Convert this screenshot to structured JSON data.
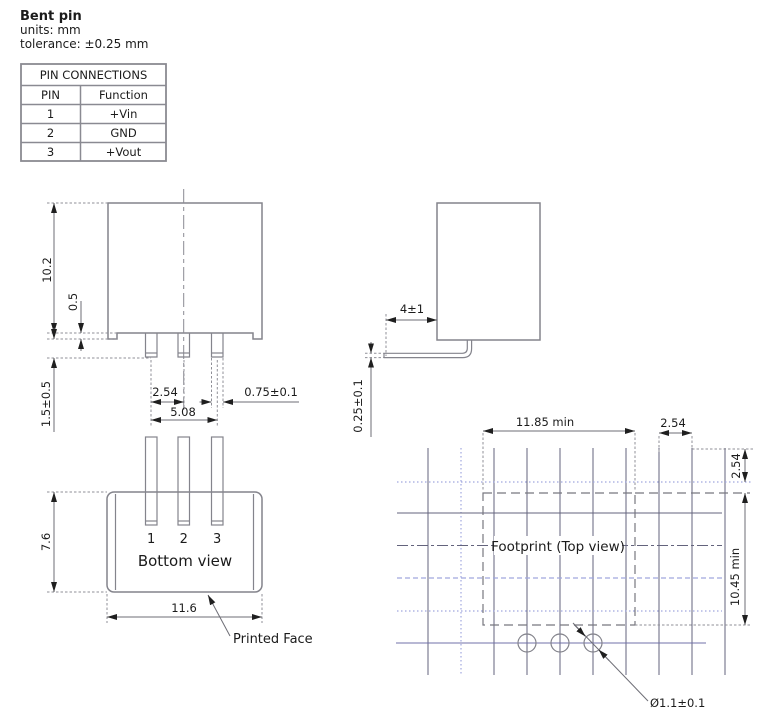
{
  "header": {
    "title": "Bent pin",
    "units": "units: mm",
    "tolerance": "tolerance: ±0.25 mm"
  },
  "pin_table": {
    "title": "PIN CONNECTIONS",
    "columns": [
      "PIN",
      "Function"
    ],
    "rows": [
      [
        "1",
        "+Vin"
      ],
      [
        "2",
        "GND"
      ],
      [
        "3",
        "+Vout"
      ]
    ]
  },
  "front_view": {
    "dims": {
      "body_height": "10.2",
      "rim_standoff": "0.5",
      "pin_length": "1.5±0.5",
      "pin_pitch": "2.54",
      "pin_span": "5.08",
      "pin_width": "0.75±0.1"
    }
  },
  "side_view": {
    "dims": {
      "bend_length": "4±1",
      "pin_thickness": "0.25±0.1"
    }
  },
  "bottom_view": {
    "label": "Bottom view",
    "pin_numbers": [
      "1",
      "2",
      "3"
    ],
    "dims": {
      "body_depth": "7.6",
      "body_width": "11.6"
    },
    "printed_face": "Printed Face"
  },
  "footprint": {
    "label": "Footprint (Top view)",
    "dims": {
      "width": "11.85 min",
      "pitch": "2.54",
      "row_offset": "2.54",
      "depth": "10.45 min",
      "hole_diameter": "Ø1.1±0.1"
    }
  },
  "colors": {
    "outline": "#84848c",
    "dimension_line": "#6e6e76",
    "arrow": "#1f1f1f",
    "grid_dark": "#63637c",
    "grid_blue": "#a0a6de",
    "hole_row": "#7070a8",
    "dashed_outline": "#77777f"
  }
}
